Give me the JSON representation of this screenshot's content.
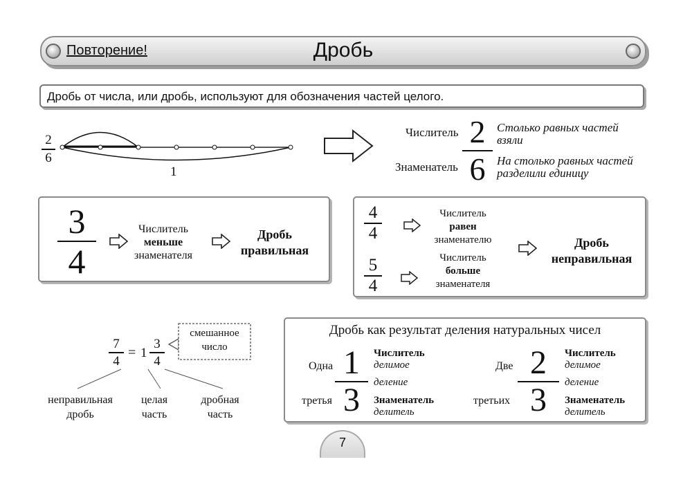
{
  "header": {
    "tag": "Повторение!",
    "title": "Дробь"
  },
  "intro": "Дробь от числа, или дробь, используют для обозначения частей целого.",
  "number_line": {
    "fraction_num": "2",
    "fraction_den": "6",
    "whole_label": "1"
  },
  "definition": {
    "numerator_label": "Числитель",
    "numerator_value": "2",
    "numerator_desc_1": "Столько равных частей",
    "numerator_desc_2": "взяли",
    "denominator_label": "Знаменатель",
    "denominator_value": "6",
    "denominator_desc_1": "На столько равных частей",
    "denominator_desc_2": "разделили единицу"
  },
  "proper": {
    "num": "3",
    "den": "4",
    "cond_1": "Числитель",
    "cond_2": "меньше",
    "cond_3": "знаменателя",
    "result_1": "Дробь",
    "result_2": "правильная"
  },
  "improper": {
    "a_num": "4",
    "a_den": "4",
    "a_1": "Числитель",
    "a_2": "равен",
    "a_3": "знаменателю",
    "b_num": "5",
    "b_den": "4",
    "b_1": "Числитель",
    "b_2": "больше",
    "b_3": "знаменателя",
    "result_1": "Дробь",
    "result_2": "неправильная"
  },
  "mixed": {
    "left_num": "7",
    "left_den": "4",
    "eq": "=",
    "whole": "1",
    "right_num": "3",
    "right_den": "4",
    "callout_1": "смешанное",
    "callout_2": "число",
    "lab_improper_1": "неправильная",
    "lab_improper_2": "дробь",
    "lab_whole_1": "целая",
    "lab_whole_2": "часть",
    "lab_frac_1": "дробная",
    "lab_frac_2": "часть"
  },
  "division": {
    "title": "Дробь как результат деления натуральных чисел",
    "left": {
      "word_top": "Одна",
      "word_bottom": "третья",
      "num": "1",
      "den": "3",
      "num_label": "Числитель",
      "num_role": "делимое",
      "op": "деление",
      "den_label": "Знаменатель",
      "den_role": "делитель"
    },
    "right": {
      "word_top": "Две",
      "word_bottom": "третьих",
      "num": "2",
      "den": "3",
      "num_label": "Числитель",
      "num_role": "делимое",
      "op": "деление",
      "den_label": "Знаменатель",
      "den_role": "делитель"
    }
  },
  "page_number": "7"
}
